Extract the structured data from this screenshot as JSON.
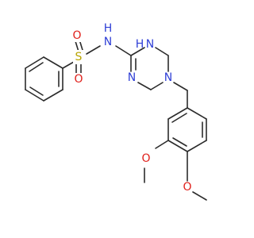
{
  "molecule": {
    "labels": {
      "sulfur": "S",
      "oxygen_top": "O",
      "oxygen_bottom": "O",
      "amide_nh": "N",
      "amide_h": "H",
      "ring_nh": "N",
      "ring_h": "H",
      "ring_n_imine": "N",
      "ring_n_tertiary": "N",
      "methoxy_o_upper": "O",
      "methoxy_o_lower": "O"
    },
    "colors": {
      "bond": "#2b2b2b",
      "nitrogen": "#2f3fd6",
      "oxygen": "#e0201b",
      "sulfur": "#b8a400"
    }
  }
}
